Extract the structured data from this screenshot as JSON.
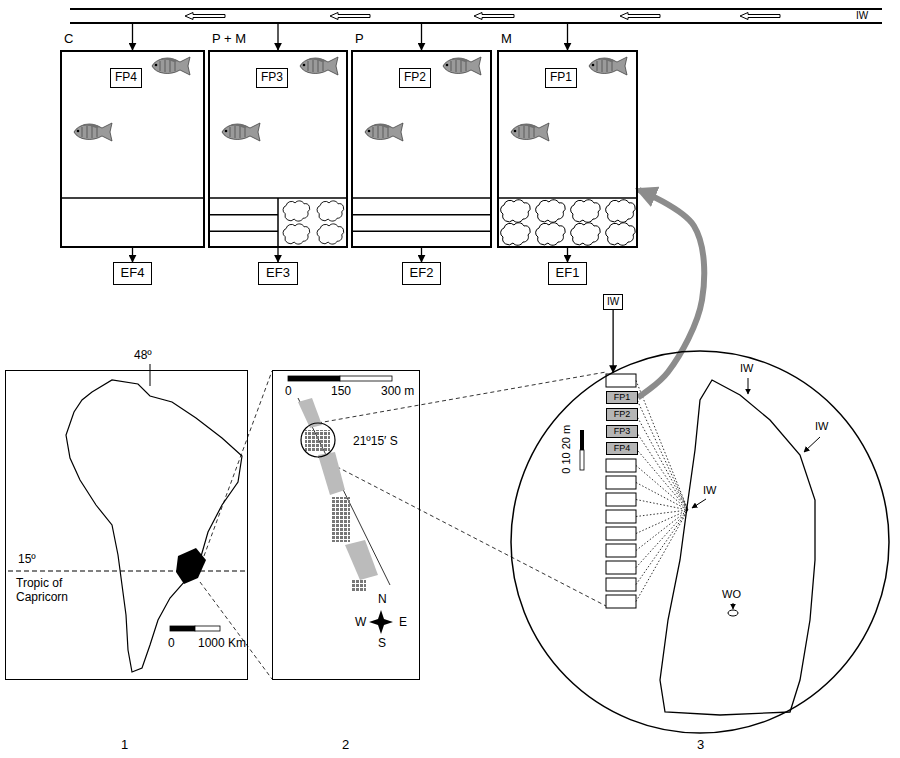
{
  "diagram": {
    "nodes": [
      {
        "text": [
          "IW"
        ]
      },
      {
        "text": [
          "C"
        ]
      },
      {
        "text": [
          "FP4"
        ],
        "in": 1
      },
      {
        "text": [
          "P + M"
        ]
      },
      {
        "text": [
          "FP3"
        ],
        "in": 3
      },
      {
        "text": [
          "P"
        ]
      },
      {
        "text": [
          "FP2"
        ],
        "in": 5
      },
      {
        "text": [
          "M"
        ]
      },
      {
        "text": [
          "FP1"
        ],
        "in": 7
      },
      {
        "text": [
          "EF4"
        ]
      },
      {
        "text": [
          "EF3"
        ]
      },
      {
        "text": [
          "EF2"
        ]
      },
      {
        "text": [
          "EF1"
        ]
      },
      {
        "text": [
          "IW"
        ]
      },
      {
        "text": [
          "48º",
          "15º",
          "Tropic of Capricorn",
          "0",
          "1000 Km"
        ]
      },
      {
        "text": [
          "0",
          "150",
          "300 m",
          "21º15′ S",
          "N",
          "W",
          "E",
          "S"
        ]
      },
      {
        "text": [
          "IW",
          "IW",
          "IW",
          "WO",
          "0 10 20 m"
        ]
      },
      {
        "text": [
          "FP1"
        ],
        "in": 16
      },
      {
        "text": [
          "FP2"
        ],
        "in": 16
      },
      {
        "text": [
          "FP3"
        ],
        "in": 16
      },
      {
        "text": [
          "FP4"
        ],
        "in": 16
      }
    ],
    "edges": [
      {
        "from": 0,
        "to": 1,
        "arrow": "to"
      },
      {
        "from": 0,
        "to": 3,
        "arrow": "to"
      },
      {
        "from": 0,
        "to": 5,
        "arrow": "to"
      },
      {
        "from": 0,
        "to": 7,
        "arrow": "to"
      },
      {
        "from": 1,
        "to": 9,
        "arrow": "to"
      },
      {
        "from": 3,
        "to": 10,
        "arrow": "to"
      },
      {
        "from": 5,
        "to": 11,
        "arrow": "to"
      },
      {
        "from": 7,
        "to": 12,
        "arrow": "to"
      },
      {
        "from": 13,
        "to": 16,
        "arrow": "to"
      },
      {
        "from": 17,
        "to": 7,
        "arrow": "to"
      }
    ],
    "labels": [
      "1",
      "2",
      "3"
    ]
  }
}
